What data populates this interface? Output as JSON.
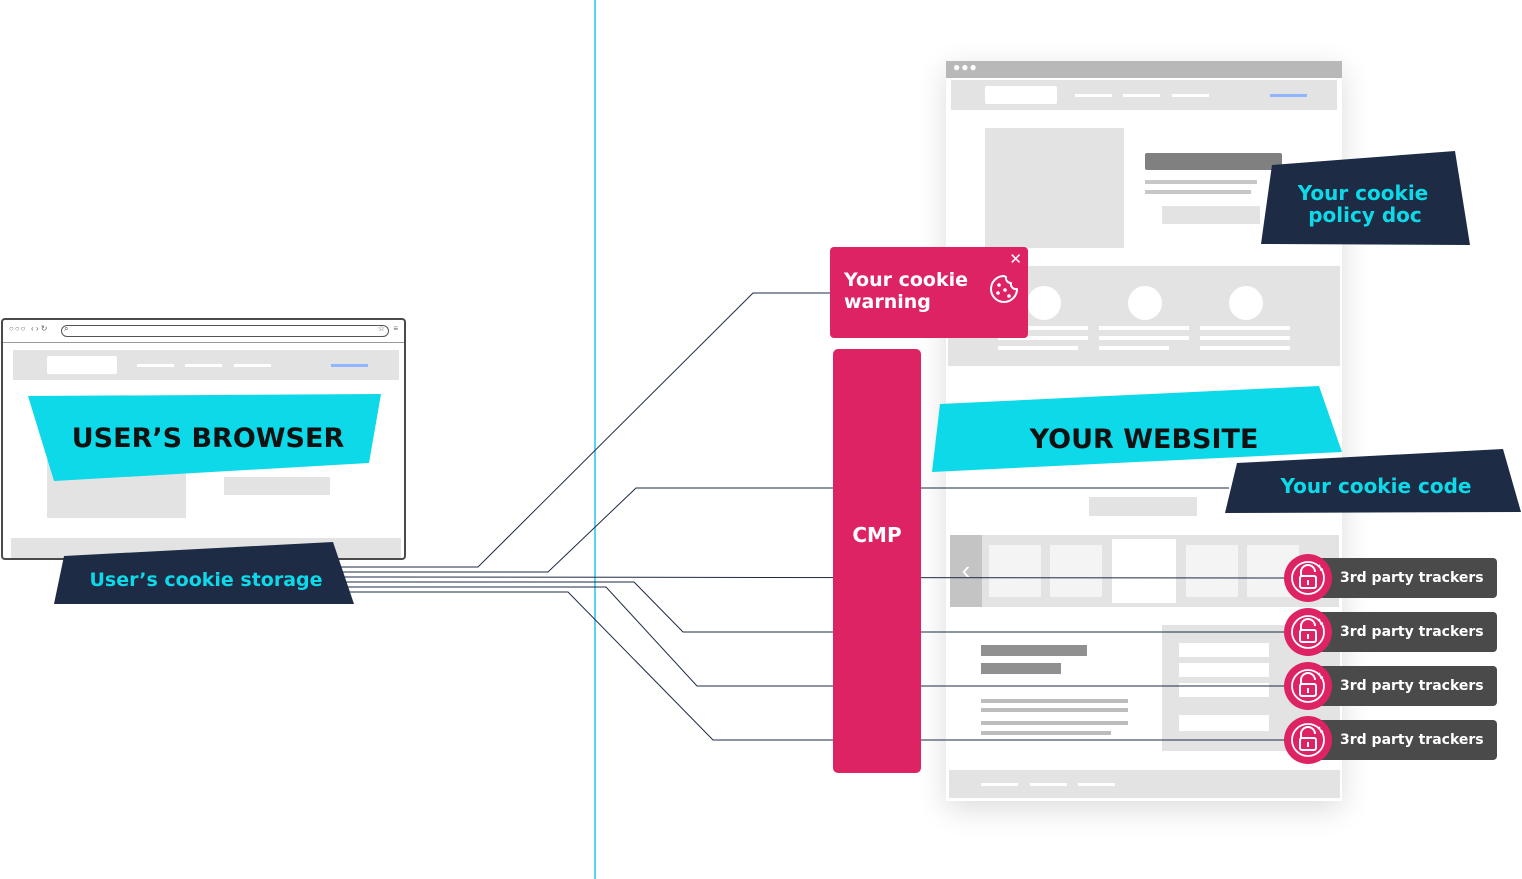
{
  "labels": {
    "users_browser": "USER’S BROWSER",
    "users_cookie_storage": "User’s cookie storage",
    "your_website": "YOUR WEBSITE",
    "your_cookie_code": "Your cookie code",
    "your_cookie_policy_doc_line1": "Your cookie",
    "your_cookie_policy_doc_line2": "policy doc",
    "cookie_warning_line1": "Your cookie",
    "cookie_warning_line2": "warning",
    "cmp": "CMP"
  },
  "trackers": [
    {
      "label": "3rd party trackers"
    },
    {
      "label": "3rd party trackers"
    },
    {
      "label": "3rd party trackers"
    },
    {
      "label": "3rd party trackers"
    }
  ],
  "icons": {
    "browser_dots": "circle-dots",
    "cookie": "cookie-icon",
    "tracker": "unlocked-padlock-icon",
    "close": "close-icon"
  },
  "colors": {
    "cyan": "#0dd9e8",
    "navy": "#1d2b45",
    "pink": "#de2365",
    "dark_gray": "#4a4a4a",
    "light_gray": "#e3e3e3",
    "divider": "#29c6e6"
  }
}
